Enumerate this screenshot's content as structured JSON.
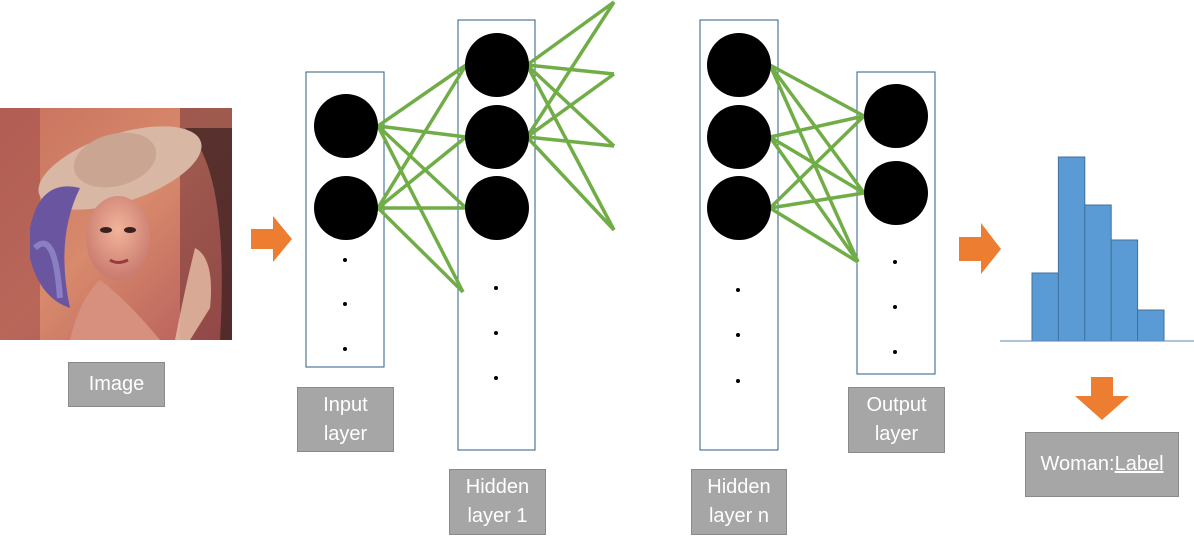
{
  "labels": {
    "image": "Image",
    "input_layer": "Input\nlayer",
    "hidden_layer_1": "Hidden\nlayer 1",
    "hidden_layer_n": "Hidden\nlayer n",
    "output_layer": "Output\nlayer",
    "result_prefix": "Woman:",
    "result_label": "Label"
  },
  "colors": {
    "connection": "#70ad47",
    "arrow": "#ed7d31",
    "histogram_bar": "#5b9bd5",
    "label_box": "#a6a6a6",
    "node": "#000000"
  },
  "histogram": {
    "values": [
      68,
      184,
      136,
      101,
      31
    ]
  }
}
